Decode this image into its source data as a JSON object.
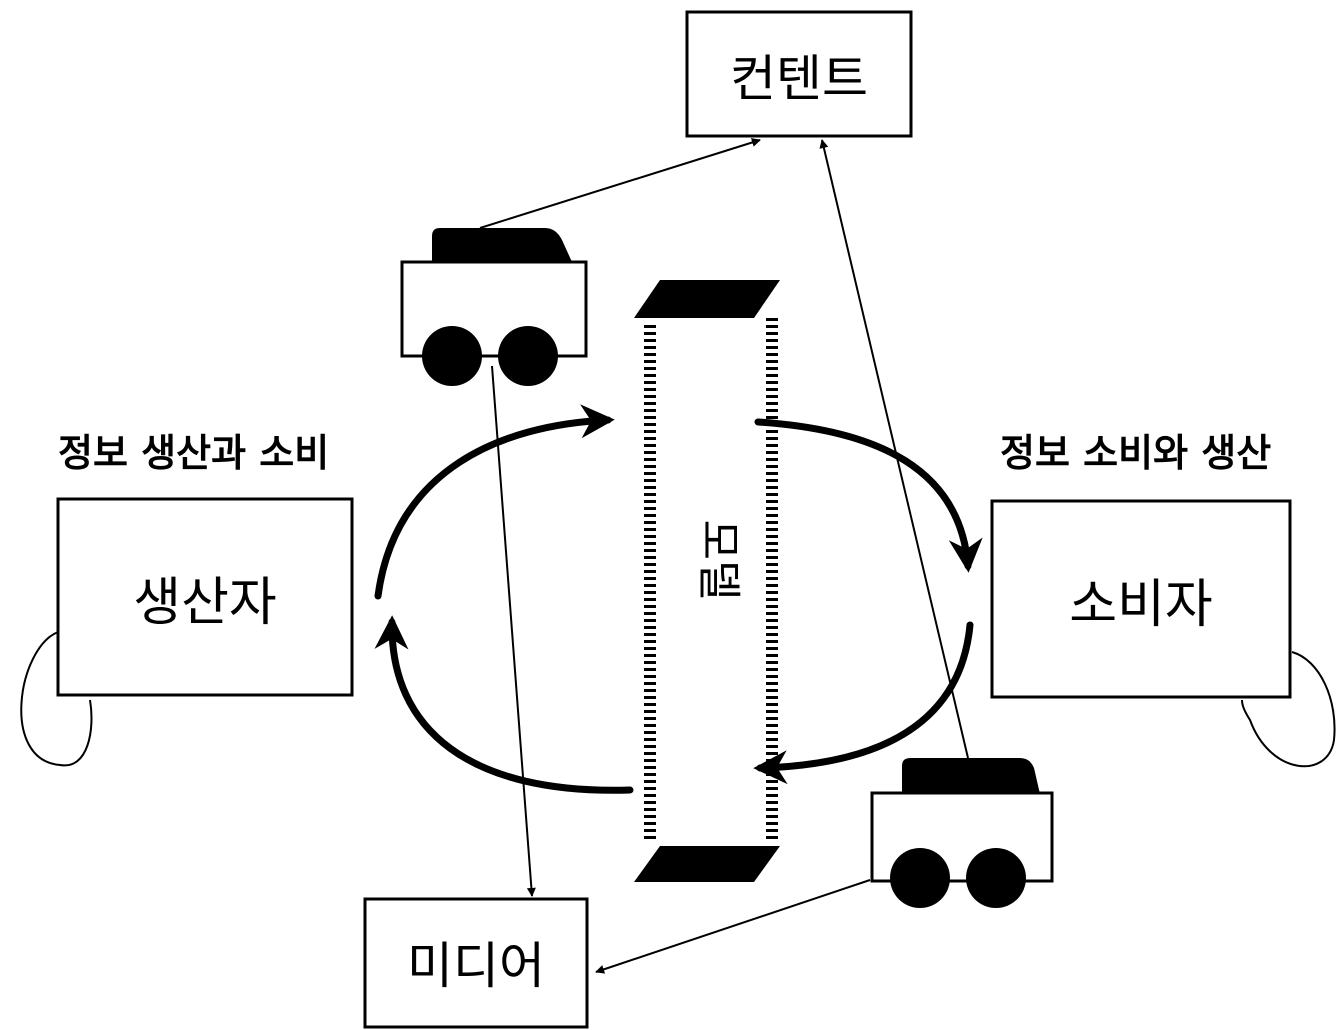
{
  "nodes": {
    "content": "컨텐트",
    "producer": "생산자",
    "consumer": "소비자",
    "media": "미디어",
    "model": "모델"
  },
  "captions": {
    "left": "정보 생산과 소비",
    "right": "정보 소비와 생산"
  }
}
